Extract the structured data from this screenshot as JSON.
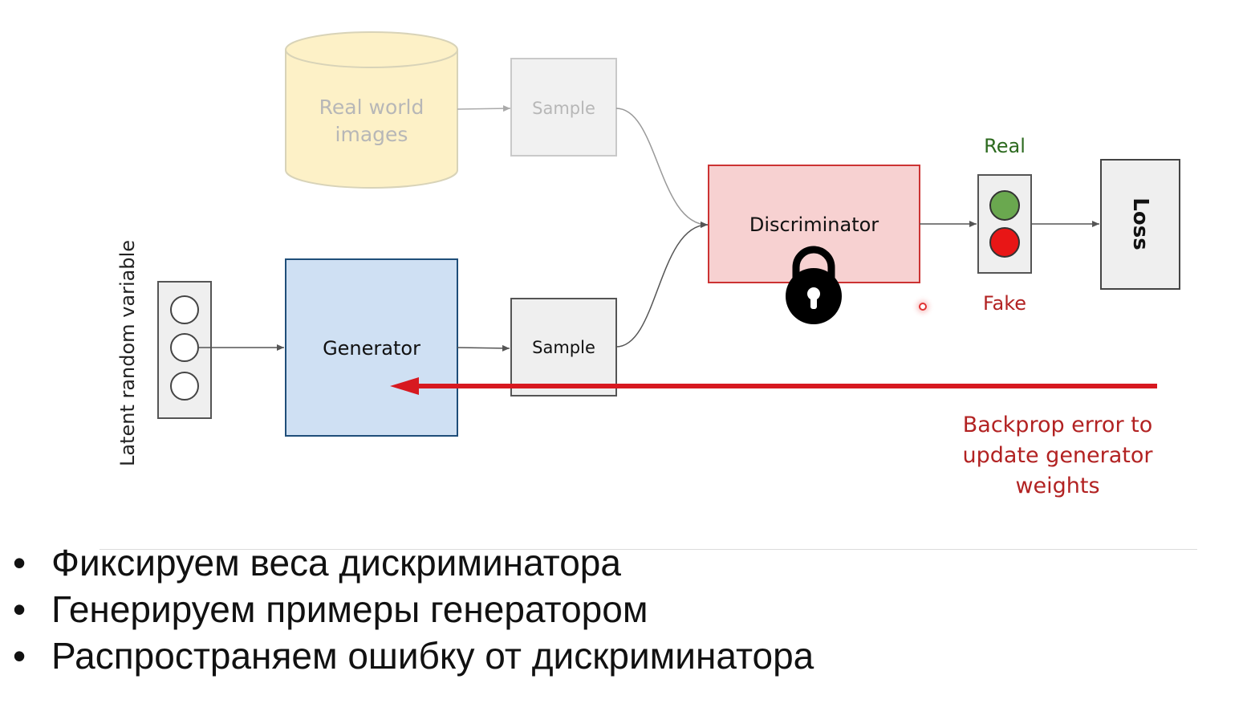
{
  "diagram": {
    "real_world_images": [
      "Real world",
      "images"
    ],
    "sample_top": "Sample",
    "sample_bottom": "Sample",
    "generator": "Generator",
    "discriminator": "Discriminator",
    "latent": "Latent random variable",
    "real": "Real",
    "fake": "Fake",
    "loss": "Loss",
    "backprop": [
      "Backprop error to",
      "update generator",
      "weights"
    ],
    "colors": {
      "generator_fill": "#cfe0f3",
      "generator_stroke": "#1f4e79",
      "discriminator_fill": "#f7d1d1",
      "discriminator_stroke": "#cc3333",
      "db_fill": "#fdf1c7",
      "real_green": "#2d6a1f",
      "fake_red": "#b22222",
      "backprop_arrow": "#d71920",
      "light_green": "#6aa84f",
      "light_red": "#e81616"
    },
    "icons": {
      "lock": "lock-icon"
    }
  },
  "bullets": [
    "Фиксируем веса дискриминатора",
    "Генерируем примеры генератором",
    "Распространяем ошибку от дискриминатора"
  ],
  "bullet_glyph": "•"
}
